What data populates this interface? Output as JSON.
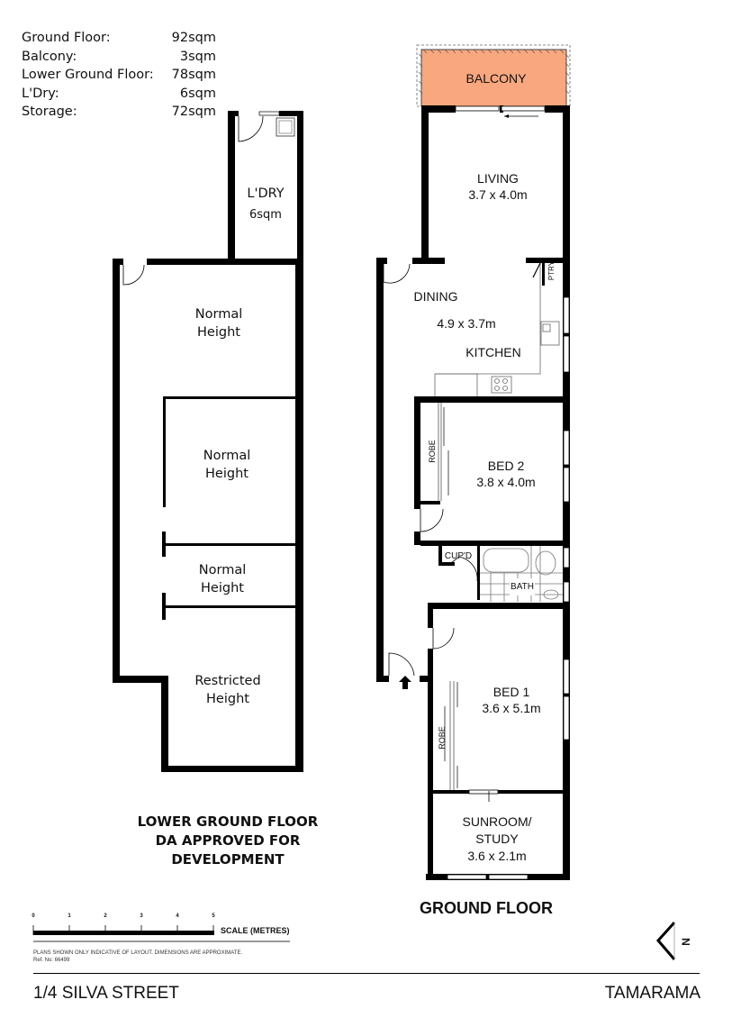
{
  "areas": [
    {
      "label": "Ground Floor:",
      "value": "92sqm"
    },
    {
      "label": "Balcony:",
      "value": "3sqm"
    },
    {
      "label": "Lower Ground Floor:",
      "value": "78sqm"
    },
    {
      "label": "L'Dry:",
      "value": "6sqm"
    },
    {
      "label": "Storage:",
      "value": "72sqm"
    }
  ],
  "lower_ground": {
    "laundry": {
      "name": "L'DRY",
      "size": "6sqm"
    },
    "rooms": [
      {
        "line1": "Normal",
        "line2": "Height"
      },
      {
        "line1": "Normal",
        "line2": "Height"
      },
      {
        "line1": "Normal",
        "line2": "Height"
      },
      {
        "line1": "Restricted",
        "line2": "Height"
      }
    ],
    "caption": [
      "LOWER GROUND FLOOR",
      "DA APPROVED FOR",
      "DEVELOPMENT"
    ]
  },
  "ground": {
    "balcony": {
      "name": "BALCONY",
      "color": "#F9A77E"
    },
    "living": {
      "name": "LIVING",
      "size": "3.7 x 4.0m"
    },
    "dining": {
      "name": "DINING",
      "size": "4.9 x 3.7m"
    },
    "kitchen": {
      "name": "KITCHEN"
    },
    "pantry": {
      "name": "PTRY"
    },
    "bed2": {
      "name": "BED 2",
      "size": "3.8 x 4.0m"
    },
    "robe2": {
      "name": "ROBE"
    },
    "cupboard": {
      "name": "CUP'D"
    },
    "bath": {
      "name": "BATH"
    },
    "bed1": {
      "name": "BED 1",
      "size": "3.6 x 5.1m"
    },
    "robe1": {
      "name": "ROBE"
    },
    "sunroom": {
      "line1": "SUNROOM/",
      "line2": "STUDY",
      "size": "3.6 x 2.1m"
    },
    "caption": "GROUND FLOOR"
  },
  "scale": {
    "ticks": [
      "0",
      "1",
      "2",
      "3",
      "4",
      "5"
    ],
    "label": "SCALE (METRES)"
  },
  "disclaimer": "PLANS SHOWN ONLY INDICATIVE OF LAYOUT.  DIMENSIONS ARE APPROXIMATE.",
  "ref": "Ref. No: 66499",
  "compass": {
    "letter": "N"
  },
  "footer": {
    "address": "1/4 SILVA STREET",
    "suburb": "TAMARAMA"
  }
}
